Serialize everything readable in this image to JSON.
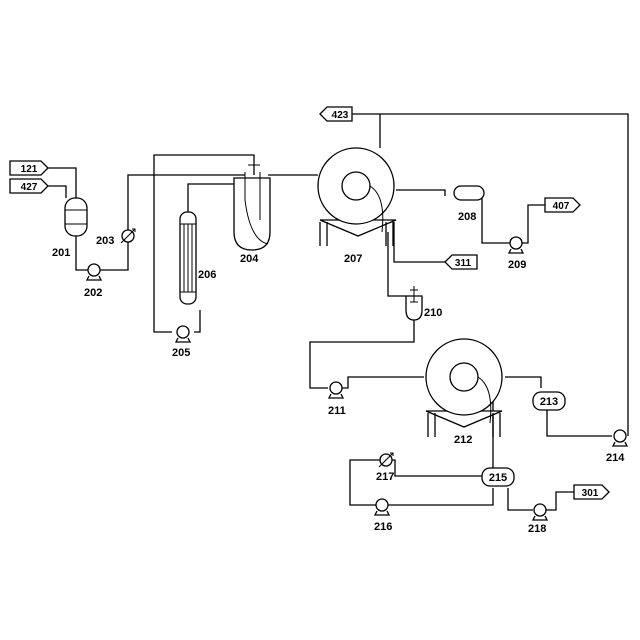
{
  "streams": {
    "s121": "121",
    "s427": "427",
    "s423": "423",
    "s311": "311",
    "s407": "407",
    "s301": "301"
  },
  "equipment": {
    "e201": "201",
    "e202": "202",
    "e203": "203",
    "e204": "204",
    "e205": "205",
    "e206": "206",
    "e207": "207",
    "e208": "208",
    "e209": "209",
    "e210": "210",
    "e211": "211",
    "e212": "212",
    "e213": "213",
    "e214": "214",
    "e215": "215",
    "e216": "216",
    "e217": "217",
    "e218": "218"
  }
}
